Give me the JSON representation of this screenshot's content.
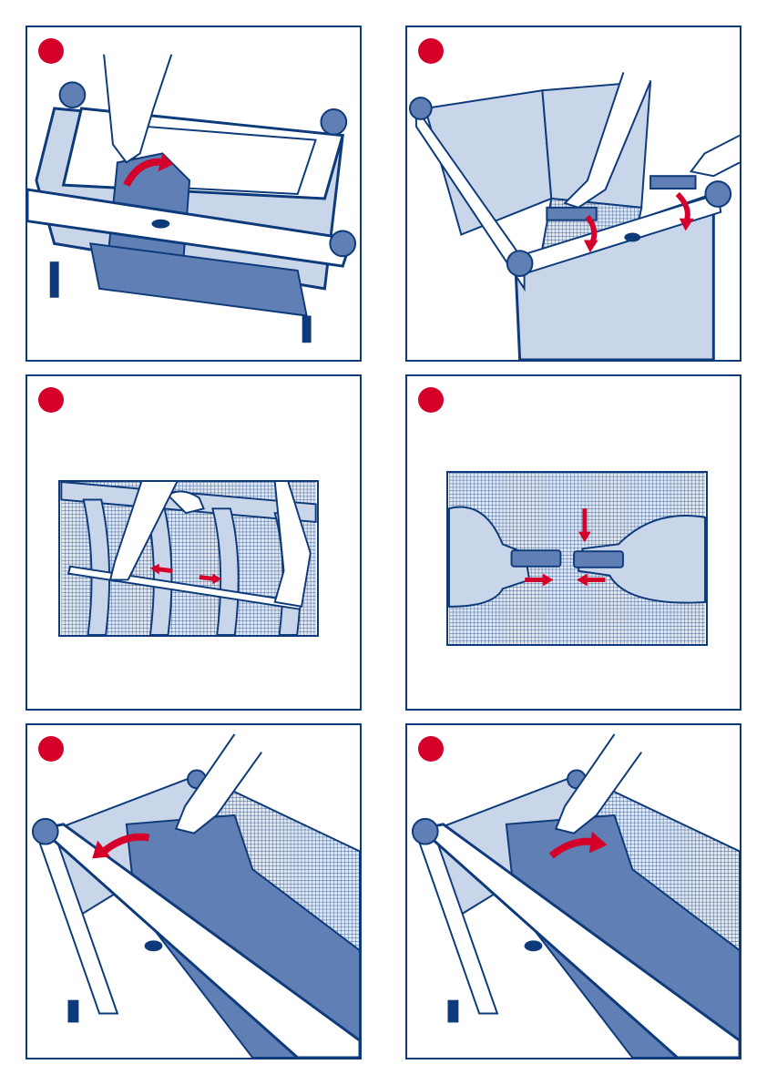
{
  "colors": {
    "frame": "#0d3a7a",
    "fabric_light": "#c9d6ea",
    "fabric_dark": "#5f7fb5",
    "mesh": "#9fb3d6",
    "accent_red": "#d4002a",
    "white": "#ffffff"
  },
  "steps": [
    {
      "marker_icon": "red-step-dot-icon",
      "illustration": "fold-mattress-into-cot"
    },
    {
      "marker_icon": "red-step-dot-icon",
      "illustration": "push-down-side-clips"
    },
    {
      "marker_icon": "red-step-dot-icon",
      "illustration": "pull-bar-apart"
    },
    {
      "marker_icon": "red-step-dot-icon",
      "illustration": "join-connector-pieces"
    },
    {
      "marker_icon": "red-step-dot-icon",
      "illustration": "lift-fabric-out"
    },
    {
      "marker_icon": "red-step-dot-icon",
      "illustration": "lay-fabric-in"
    }
  ]
}
